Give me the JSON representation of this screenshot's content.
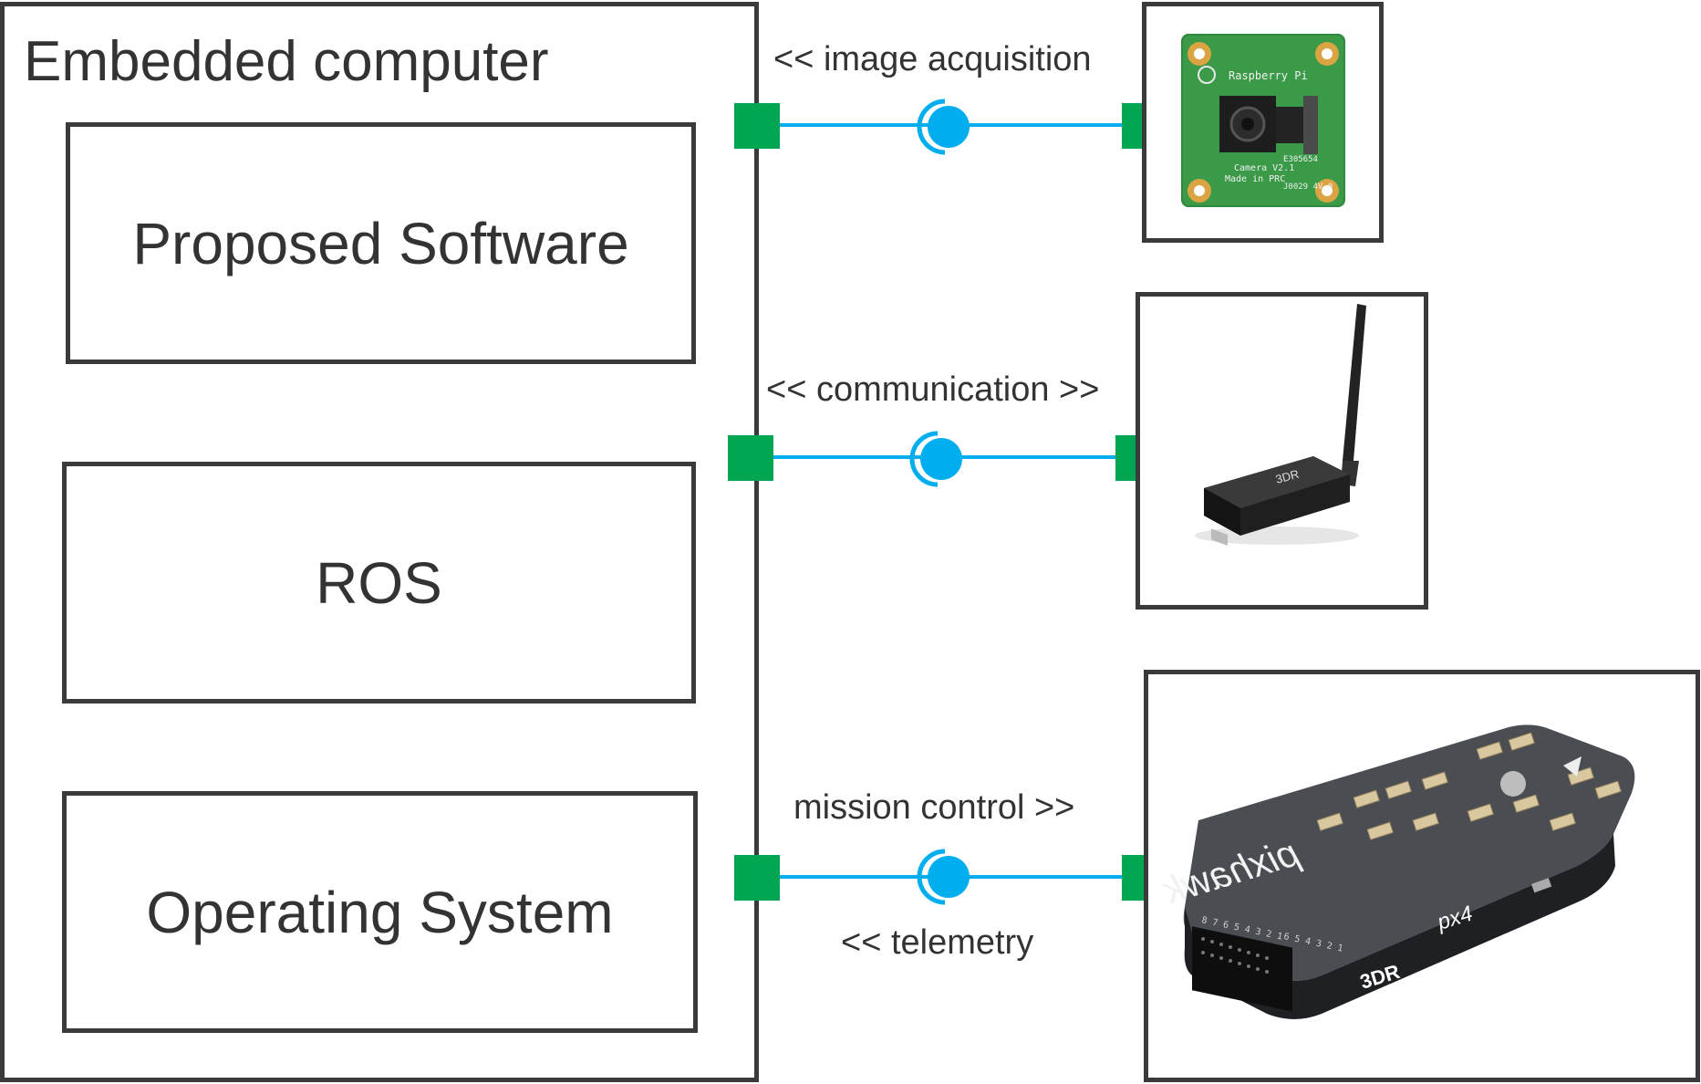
{
  "embedded": {
    "title": "Embedded computer",
    "layers": [
      "Proposed Software",
      "ROS",
      "Operating System"
    ]
  },
  "connections": [
    {
      "label_top": "<< image acquisition",
      "label_bottom": ""
    },
    {
      "label_top": "<< communication >>",
      "label_bottom": ""
    },
    {
      "label_top": "mission control >>",
      "label_bottom": "<< telemetry"
    }
  ],
  "devices": {
    "camera": {
      "board_text_1": "Raspberry Pi",
      "board_text_2": "Camera V2.1",
      "board_text_3": "Made in PRC",
      "board_text_4": "E305654",
      "board_text_5": "J0029 4V-0"
    },
    "radio": {
      "text": "3DR"
    },
    "pixhawk": {
      "brand": "pixhawk",
      "badge": "px4",
      "maker": "3DR",
      "row_nums": "8 7 6 5 4 3 2 1",
      "row_nums_2": "6 5 4 3 2 1"
    }
  },
  "colors": {
    "port": "#00a651",
    "wire": "#00aeef",
    "border": "#3a3a3a"
  }
}
